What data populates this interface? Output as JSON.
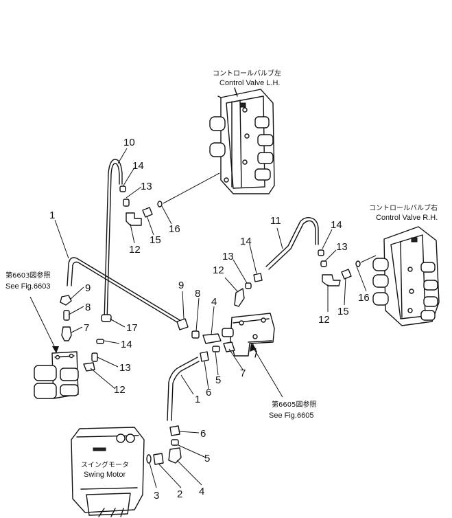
{
  "parts": {
    "p10": "10",
    "p14a": "14",
    "p13a": "13",
    "p12a": "12",
    "p15a": "15",
    "p16a": "16",
    "p1a": "1",
    "p9a": "9",
    "p8a": "8",
    "p7a": "7",
    "p17": "17",
    "p14b": "14",
    "p13b": "13",
    "p12b": "12",
    "p9b": "9",
    "p8b": "8",
    "p4a": "4",
    "p12c": "12",
    "p13c": "13",
    "p14c": "14",
    "p11": "11",
    "p14d": "14",
    "p13d": "13",
    "p15b": "15",
    "p16b": "16",
    "p12d": "12",
    "p7b": "7",
    "p5a": "5",
    "p6a": "6",
    "p1b": "1",
    "p6b": "6",
    "p5b": "5",
    "p3": "3",
    "p2": "2",
    "p4b": "4"
  },
  "notes": {
    "cv_lh_jp": "コントロールバルブ左",
    "cv_lh_en": "Control  Valve  L.H.",
    "cv_rh_jp": "コントロールバルブ右",
    "cv_rh_en": "Control  Valve  R.H.",
    "fig6603_jp": "第6603図参照",
    "fig6603_en": "See  Fig.6603",
    "fig6605_jp": "第6605図参照",
    "fig6605_en": "See  Fig.6605",
    "motor_jp": "スイングモータ",
    "motor_en": "Swing  Motor"
  }
}
